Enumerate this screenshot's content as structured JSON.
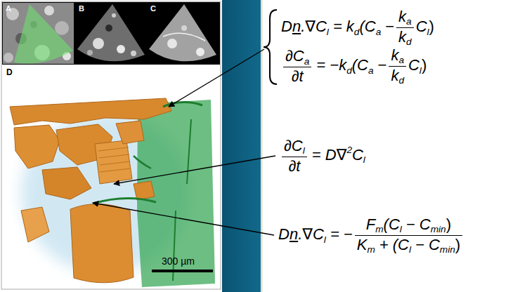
{
  "diagram": {
    "labels": [
      "A",
      "B",
      "C",
      "D",
      "300 µm",
      "D",
      "n",
      ".∇C",
      "l",
      "= k",
      "d",
      "(C",
      "a",
      "−",
      "k",
      "a",
      "k",
      "d",
      "C",
      "l",
      ")",
      "∂C",
      "a",
      "∂t",
      "= −k",
      "d",
      "(C",
      "a",
      "−",
      "k",
      "a",
      "k",
      "d",
      "C",
      "l",
      ")",
      "∂C",
      "l",
      "∂t",
      "= D∇",
      "2",
      "C",
      "l",
      "D",
      "n",
      ".∇C",
      "l",
      "= −",
      "F",
      "m",
      "(C",
      "l",
      "− C",
      "min",
      ")",
      "K",
      "m",
      "+ (C",
      "l",
      "− C",
      "min",
      ")"
    ]
  }
}
